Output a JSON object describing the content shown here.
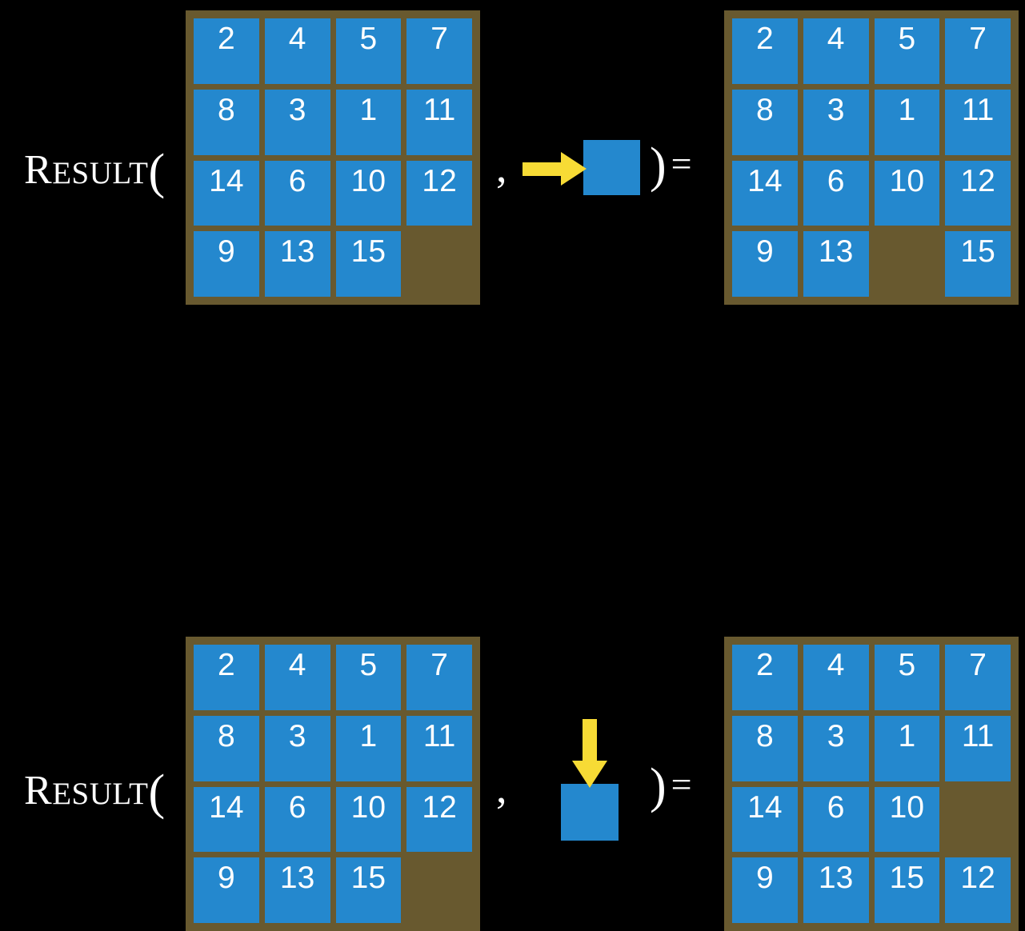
{
  "background_color": "#000000",
  "colors": {
    "board_brown": "#68592f",
    "tile_blue": "#2488ce",
    "arrow_yellow": "#f7db35",
    "text_white": "#ffffff"
  },
  "notation": {
    "result_big": "R",
    "result_smallcaps": "ESULT",
    "open_paren": "(",
    "comma": ",",
    "close_paren": ")",
    "equals": "="
  },
  "rows": [
    {
      "id": "row-right-move",
      "label": "RESULT(",
      "move": {
        "direction": "right",
        "icon": "arrow-right-icon",
        "tile_label": ""
      },
      "input_board": {
        "name": "input-board-right-move",
        "rows": 4,
        "cols": 4,
        "tiles": [
          [
            "2",
            "4",
            "5",
            "7"
          ],
          [
            "8",
            "3",
            "1",
            "11"
          ],
          [
            "14",
            "6",
            "10",
            "12"
          ],
          [
            "9",
            "13",
            "15",
            ""
          ]
        ],
        "blank_position": [
          3,
          3
        ]
      },
      "output_board": {
        "name": "output-board-right-move",
        "rows": 4,
        "cols": 4,
        "tiles": [
          [
            "2",
            "4",
            "5",
            "7"
          ],
          [
            "8",
            "3",
            "1",
            "11"
          ],
          [
            "14",
            "6",
            "10",
            "12"
          ],
          [
            "9",
            "13",
            "",
            "15"
          ]
        ],
        "blank_position": [
          3,
          2
        ]
      }
    },
    {
      "id": "row-down-move",
      "label": "RESULT(",
      "move": {
        "direction": "down",
        "icon": "arrow-down-icon",
        "tile_label": ""
      },
      "input_board": {
        "name": "input-board-down-move",
        "rows": 4,
        "cols": 4,
        "tiles": [
          [
            "2",
            "4",
            "5",
            "7"
          ],
          [
            "8",
            "3",
            "1",
            "11"
          ],
          [
            "14",
            "6",
            "10",
            "12"
          ],
          [
            "9",
            "13",
            "15",
            ""
          ]
        ],
        "blank_position": [
          3,
          3
        ]
      },
      "output_board": {
        "name": "output-board-down-move",
        "rows": 4,
        "cols": 4,
        "tiles": [
          [
            "2",
            "4",
            "5",
            "7"
          ],
          [
            "8",
            "3",
            "1",
            "11"
          ],
          [
            "14",
            "6",
            "10",
            ""
          ],
          [
            "9",
            "13",
            "15",
            "12"
          ]
        ],
        "blank_position": [
          2,
          3
        ]
      }
    }
  ]
}
